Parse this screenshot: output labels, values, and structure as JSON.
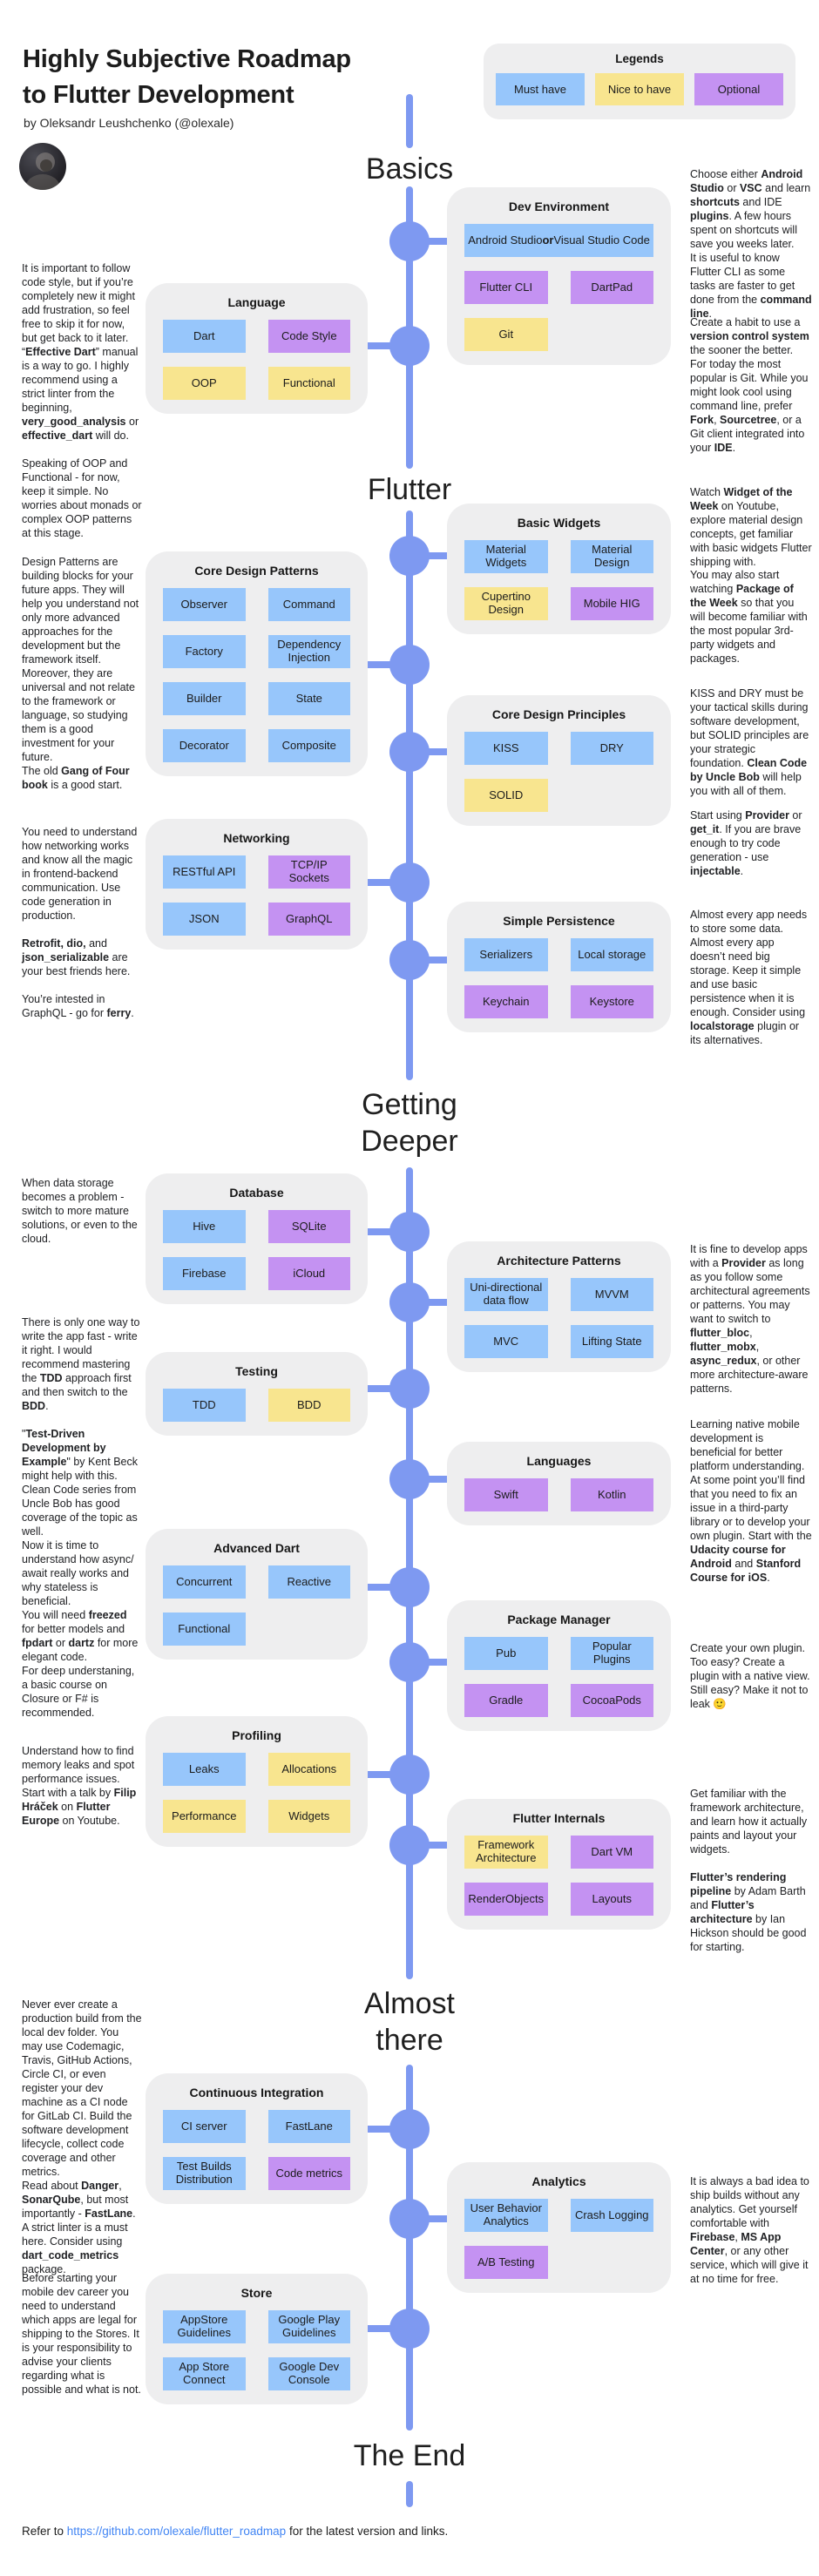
{
  "page": {
    "title_line1": "Highly Subjective Roadmap",
    "title_line2": "to Flutter Development",
    "byline": "by Oleksandr Leushchenko (@olexale)"
  },
  "colors": {
    "must": "#97C6FB",
    "nice": "#F8E58F",
    "optional": "#C492F2",
    "timeline": "#7E99F1",
    "card_bg": "#EEEEEF",
    "link": "#4285F4"
  },
  "legend": {
    "title": "Legends",
    "items": [
      {
        "label": "Must have",
        "type": "must"
      },
      {
        "label": "Nice to have",
        "type": "nice"
      },
      {
        "label": "Optional",
        "type": "optional"
      }
    ]
  },
  "sections": [
    {
      "id": "basics",
      "label": "Basics"
    },
    {
      "id": "flutter",
      "label": "Flutter"
    },
    {
      "id": "getting-deeper",
      "label": "Getting\nDeeper"
    },
    {
      "id": "almost-there",
      "label": "Almost\nthere"
    },
    {
      "id": "the-end",
      "label": "The End"
    }
  ],
  "cards": [
    {
      "id": "dev-environment",
      "title": "Dev Environment",
      "items": [
        {
          "label": "Android Studio **or** Visual Studio Code",
          "type": "must",
          "span": 2
        },
        {
          "label": "Flutter CLI",
          "type": "optional"
        },
        {
          "label": "DartPad",
          "type": "optional"
        },
        {
          "label": "Git",
          "type": "nice"
        }
      ]
    },
    {
      "id": "language",
      "title": "Language",
      "items": [
        {
          "label": "Dart",
          "type": "must"
        },
        {
          "label": "Code Style",
          "type": "optional"
        },
        {
          "label": "OOP",
          "type": "nice"
        },
        {
          "label": "Functional",
          "type": "nice"
        }
      ]
    },
    {
      "id": "basic-widgets",
      "title": "Basic Widgets",
      "items": [
        {
          "label": "Material Widgets",
          "type": "must"
        },
        {
          "label": "Material Design",
          "type": "must"
        },
        {
          "label": "Cupertino Design",
          "type": "nice"
        },
        {
          "label": "Mobile HIG",
          "type": "optional"
        }
      ]
    },
    {
      "id": "core-design-patterns",
      "title": "Core Design Patterns",
      "items": [
        {
          "label": "Observer",
          "type": "must"
        },
        {
          "label": "Command",
          "type": "must"
        },
        {
          "label": "Factory",
          "type": "must"
        },
        {
          "label": "Dependency Injection",
          "type": "must"
        },
        {
          "label": "Builder",
          "type": "must"
        },
        {
          "label": "State",
          "type": "must"
        },
        {
          "label": "Decorator",
          "type": "must"
        },
        {
          "label": "Composite",
          "type": "must"
        }
      ]
    },
    {
      "id": "core-design-principles",
      "title": "Core Design Principles",
      "items": [
        {
          "label": "KISS",
          "type": "must"
        },
        {
          "label": "DRY",
          "type": "must"
        },
        {
          "label": "SOLID",
          "type": "nice"
        }
      ]
    },
    {
      "id": "networking",
      "title": "Networking",
      "items": [
        {
          "label": "RESTful API",
          "type": "must"
        },
        {
          "label": "TCP/IP Sockets",
          "type": "optional"
        },
        {
          "label": "JSON",
          "type": "must"
        },
        {
          "label": "GraphQL",
          "type": "optional"
        }
      ]
    },
    {
      "id": "simple-persistence",
      "title": "Simple Persistence",
      "items": [
        {
          "label": "Serializers",
          "type": "must"
        },
        {
          "label": "Local storage",
          "type": "must"
        },
        {
          "label": "Keychain",
          "type": "optional"
        },
        {
          "label": "Keystore",
          "type": "optional"
        }
      ]
    },
    {
      "id": "database",
      "title": "Database",
      "items": [
        {
          "label": "Hive",
          "type": "must"
        },
        {
          "label": "SQLite",
          "type": "optional"
        },
        {
          "label": "Firebase",
          "type": "must"
        },
        {
          "label": "iCloud",
          "type": "optional"
        }
      ]
    },
    {
      "id": "architecture-patterns",
      "title": "Architecture Patterns",
      "items": [
        {
          "label": "Uni-directional data flow",
          "type": "must"
        },
        {
          "label": "MVVM",
          "type": "must"
        },
        {
          "label": "MVC",
          "type": "must"
        },
        {
          "label": "Lifting State",
          "type": "must"
        }
      ]
    },
    {
      "id": "testing",
      "title": "Testing",
      "items": [
        {
          "label": "TDD",
          "type": "must"
        },
        {
          "label": "BDD",
          "type": "nice"
        }
      ]
    },
    {
      "id": "languages",
      "title": "Languages",
      "items": [
        {
          "label": "Swift",
          "type": "optional"
        },
        {
          "label": "Kotlin",
          "type": "optional"
        }
      ]
    },
    {
      "id": "advanced-dart",
      "title": "Advanced Dart",
      "items": [
        {
          "label": "Concurrent",
          "type": "must"
        },
        {
          "label": "Reactive",
          "type": "must"
        },
        {
          "label": "Functional",
          "type": "must"
        }
      ]
    },
    {
      "id": "package-manager",
      "title": "Package Manager",
      "items": [
        {
          "label": "Pub",
          "type": "must"
        },
        {
          "label": "Popular Plugins",
          "type": "must"
        },
        {
          "label": "Gradle",
          "type": "optional"
        },
        {
          "label": "CocoaPods",
          "type": "optional"
        }
      ]
    },
    {
      "id": "profiling",
      "title": "Profiling",
      "items": [
        {
          "label": "Leaks",
          "type": "must"
        },
        {
          "label": "Allocations",
          "type": "nice"
        },
        {
          "label": "Performance",
          "type": "nice"
        },
        {
          "label": "Widgets",
          "type": "nice"
        }
      ]
    },
    {
      "id": "flutter-internals",
      "title": "Flutter Internals",
      "items": [
        {
          "label": "Framework Architecture",
          "type": "nice"
        },
        {
          "label": "Dart VM",
          "type": "optional"
        },
        {
          "label": "RenderObjects",
          "type": "optional"
        },
        {
          "label": "Layouts",
          "type": "optional"
        }
      ]
    },
    {
      "id": "continuous-integration",
      "title": "Continuous Integration",
      "items": [
        {
          "label": "CI server",
          "type": "must"
        },
        {
          "label": "FastLane",
          "type": "must"
        },
        {
          "label": "Test Builds Distribution",
          "type": "must"
        },
        {
          "label": "Code metrics",
          "type": "optional"
        }
      ]
    },
    {
      "id": "analytics",
      "title": "Analytics",
      "items": [
        {
          "label": "User Behavior Analytics",
          "type": "must"
        },
        {
          "label": "Crash Logging",
          "type": "must"
        },
        {
          "label": "A/B Testing",
          "type": "optional"
        }
      ]
    },
    {
      "id": "store",
      "title": "Store",
      "items": [
        {
          "label": "AppStore Guidelines",
          "type": "must"
        },
        {
          "label": "Google Play Guidelines",
          "type": "must"
        },
        {
          "label": "App Store Connect",
          "type": "must"
        },
        {
          "label": "Google Dev Console",
          "type": "must"
        }
      ]
    }
  ],
  "annotations": {
    "left": [
      {
        "text": "It is important to follow code style, but if you’re completely new it might add frustration, so feel free to skip it for now, but get back to it later. “**Effective Dart**” manual is a way to go. I highly recommend using a strict linter from the beginning, **very_good_analysis** or **effective_dart** will do.\n\nSpeaking of OOP and Functional - for now, keep it simple. No worries about monads or complex OOP patterns at this stage."
      },
      {
        "text": "Design Patterns are building blocks for your future apps. They will help you understand not only more advanced approaches for the development but the framework itself. Moreover, they are universal and not relate to the framework or language, so studying them is a good investment for your future.\nThe old **Gang of Four book** is a good start."
      },
      {
        "text": "You need to understand how networking works and know all the magic in frontend-backend communication. Use code generation in production.\n\n**Retrofit, dio,** and **json_serializable** are your best friends here.\n\nYou’re intested in GraphQL - go for **ferry**."
      },
      {
        "text": "When data storage becomes a problem - switch to more mature solutions, or even to the cloud."
      },
      {
        "text": "There is only one way to write the app fast - write it right. I would recommend mastering the **TDD** approach first and then switch to the **BDD**.\n\n\"**Test-Driven Development by Example**\" by Kent Beck might help with this. Clean Code series from Uncle Bob has good coverage of the topic as well."
      },
      {
        "text": "Now it is time to understand how async/ await really works and why stateless is beneficial.\nYou will need **freezed** for better models and **fpdart** or **dartz** for more elegant code.\nFor deep understaning, a basic course on Closure or F# is recommended."
      },
      {
        "text": "Understand how to find memory leaks and spot performance issues. Start with a talk by **Filip Hráček** on **Flutter Europe** on Youtube."
      },
      {
        "text": "Never ever create a production build from the local dev folder. You may use Codemagic, Travis, GitHub Actions, Circle CI, or even register your dev machine as a CI node for GitLab CI. Build the software development lifecycle, collect code coverage and other metrics.\nRead about **Danger**, **SonarQube**, but most importantly - **FastLane**.\nA strict linter is a must here. Consider using **dart_code_metrics** package."
      },
      {
        "text": "Before starting your mobile dev career you need to understand which apps are legal for shipping to the Stores. It is your responsibility to advise your clients regarding what is possible and what is not."
      }
    ],
    "right": [
      {
        "text": "Choose either **Android Studio** or **VSC** and learn **shortcuts** and IDE **plugins**. A few hours spent on shortcuts will save you weeks later.\nIt is useful to know Flutter CLI as some tasks are faster to get done from the **command line**."
      },
      {
        "text": "Create a habit to use a **version control system** the sooner the better. For today the most popular is Git. While you might look cool using command line, prefer **Fork**, **Sourcetree**, or a Git client integrated into your **IDE**."
      },
      {
        "text": "Watch **Widget of the Week** on Youtube, explore material design concepts, get familiar with basic widgets Flutter shipping with."
      },
      {
        "text": "You may also start watching **Package of the Week** so that you will become familiar with the most popular 3rd-party widgets and packages."
      },
      {
        "text": "KISS and DRY must be your tactical skills during software development, but SOLID principles are your strategic foundation. **Clean Code by Uncle Bob** will help you with all of them."
      },
      {
        "text": "Start using **Provider** or **get_it**. If you are brave enough to try code generation - use **injectable**."
      },
      {
        "text": "Almost every app needs to store some data. Almost every app doesn’t need big storage. Keep it simple and use basic persistence when it is enough. Consider using **localstorage** plugin or its alternatives."
      },
      {
        "text": "It is fine to develop apps with a **Provider** as long as you follow some architectural agreements or patterns. You may want to switch to **flutter_bloc**, **flutter_mobx**, **async_redux**, or other more architecture-aware patterns."
      },
      {
        "text": "Learning native mobile development is beneficial for better platform understanding. At some point you’ll find that you need to fix an issue in a third-party library or to develop your own plugin. Start with the **Udacity course for Android** and **Stanford Course for iOS**."
      },
      {
        "text": "Create your own plugin. Too easy? Create a plugin with a native view. Still easy? Make it not to leak 🙂"
      },
      {
        "text": "Get familiar with the framework architecture, and learn how it actually paints and layout your widgets.\n\n**Flutter’s rendering pipeline** by Adam Barth and **Flutter’s architecture** by Ian Hickson should be good for starting."
      },
      {
        "text": "It is always a bad idea to ship builds without any analytics. Get yourself comfortable with **Firebase**, **MS App Center**, or any other service, which will give it at no time for free."
      }
    ]
  },
  "footer": {
    "prefix": "Refer to ",
    "url": "https://github.com/olexale/flutter_roadmap",
    "suffix": " for the latest version and links."
  }
}
